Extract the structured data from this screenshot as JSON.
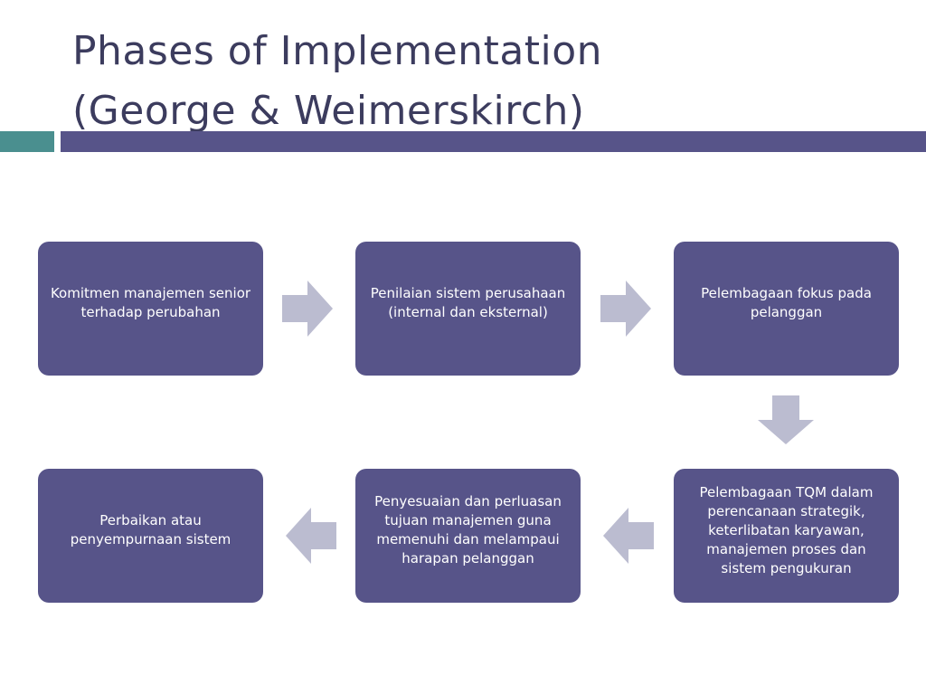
{
  "slide": {
    "title_line1": "Phases of Implementation",
    "title_line2": "(George & Weimerskirch)"
  },
  "colors": {
    "accent": "#575489",
    "teal": "#4a8f8f",
    "arrow": "#bbbcd0",
    "title_text": "#3c3c5e"
  },
  "steps": [
    {
      "text": "Komitmen  manajemen senior terhadap perubahan"
    },
    {
      "text": "Penilaian sistem perusahaan (internal dan eksternal)"
    },
    {
      "text": "Pelembagaan fokus pada pelanggan"
    },
    {
      "text": "Pelembagaan TQM dalam perencanaan strategik, keterlibatan karyawan, manajemen proses dan sistem pengukuran"
    },
    {
      "text": "Penyesuaian dan perluasan tujuan manajemen guna memenuhi dan melampaui harapan pelanggan"
    },
    {
      "text": "Perbaikan atau penyempurnaan sistem"
    }
  ],
  "flow_arrows": [
    "right",
    "right",
    "down",
    "left",
    "left"
  ]
}
